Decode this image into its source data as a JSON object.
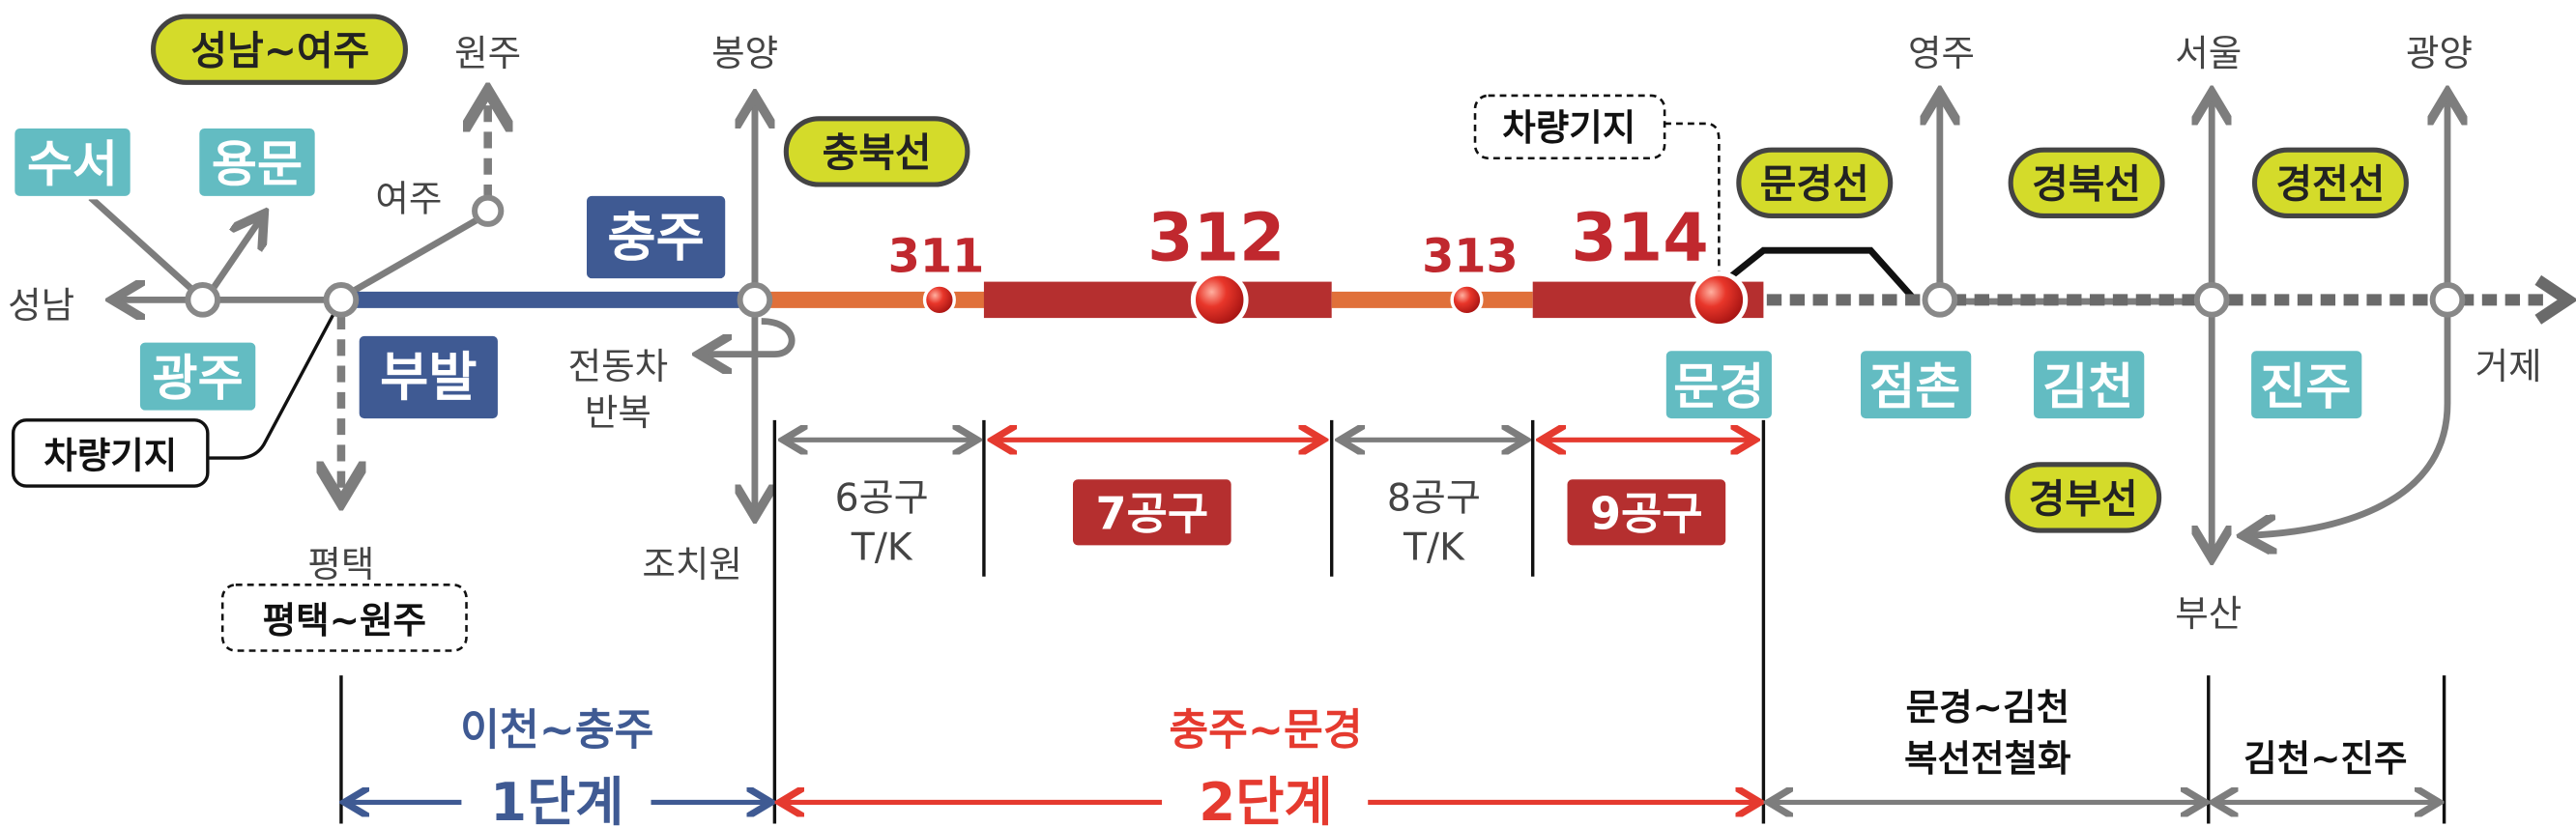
{
  "colors": {
    "teal": "#63bcc2",
    "navy": "#3f5a93",
    "lime": "#d4db2a",
    "dark_red": "#b52f2f",
    "orange": "#e0703a",
    "red": "#e53a2f",
    "gray": "#7d7d7d"
  },
  "lines": {
    "seongnam_yeoju": "성남~여주",
    "chungbuk": "충북선",
    "mungyeong": "문경선",
    "gyeongbuk": "경북선",
    "gyeongjeon": "경전선",
    "gyeongbu": "경부선"
  },
  "stations": {
    "suseo": "수서",
    "yongmun": "용문",
    "gwangju": "광주",
    "chungju": "충주",
    "bubal": "부발",
    "mungyeong": "문경",
    "jeomchon": "점촌",
    "gimcheon": "김천",
    "jinju": "진주"
  },
  "places": {
    "wonju": "원주",
    "yeoju": "여주",
    "seongnam": "성남",
    "pyeongtaek": "평택",
    "bongyang": "봉양",
    "jochiwon": "조치원",
    "yeongju": "영주",
    "seoul": "서울",
    "gwangyang": "광양",
    "geoje": "거제",
    "busan": "부산"
  },
  "notes": {
    "depot_left": "차량기지",
    "depot_right": "차량기지",
    "pyeongtaek_wonju": "평택~원주",
    "emu_line1": "전동차",
    "emu_line2": "반복"
  },
  "sections": {
    "s311": "311",
    "s312": "312",
    "s313": "313",
    "s314": "314"
  },
  "works": {
    "w6_1": "6공구",
    "w6_2": "T/K",
    "w7": "7공구",
    "w8_1": "8공구",
    "w8_2": "T/K",
    "w9": "9공구"
  },
  "stages": {
    "stage1_route": "이천~충주",
    "stage1": "1단계",
    "stage2_route": "충주~문경",
    "stage2": "2단계",
    "mg_line1": "문경~김천",
    "mg_line2": "복선전철화",
    "gj": "김천~진주"
  }
}
